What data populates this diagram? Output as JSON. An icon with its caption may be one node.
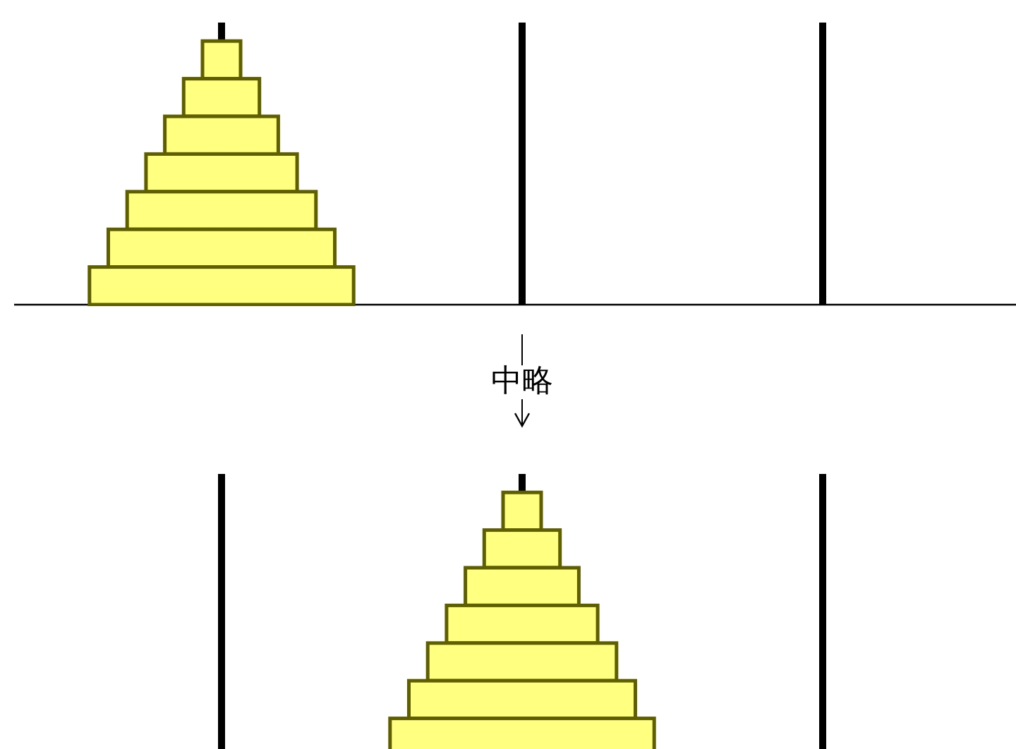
{
  "diagram": {
    "nodes": [
      {
        "text": [],
        "shape": "picture"
      },
      {
        "text": [],
        "shape": "picture"
      }
    ],
    "edges": [
      {
        "from": 0,
        "to": 1,
        "arrow": "to",
        "label": "中略"
      }
    ]
  }
}
